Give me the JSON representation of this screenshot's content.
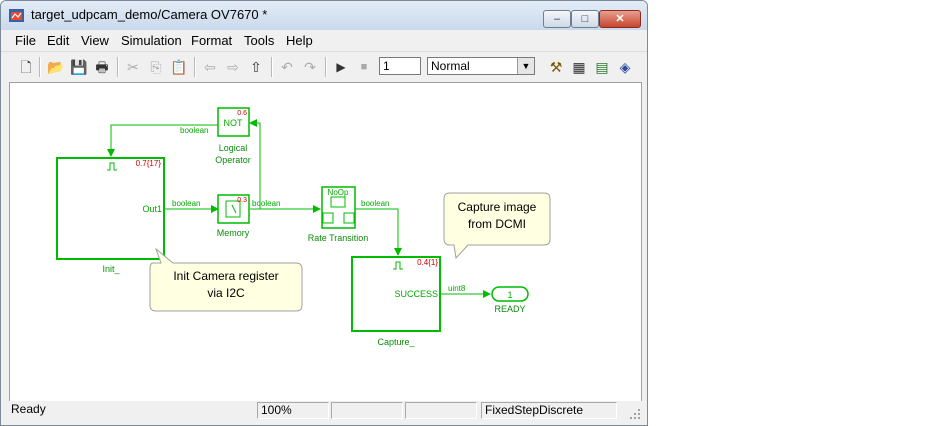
{
  "window": {
    "title": "target_udpcam_demo/Camera OV7670 *",
    "buttons": {
      "minimize": "–",
      "maximize": "□",
      "close": "✕"
    }
  },
  "menu": [
    "File",
    "Edit",
    "View",
    "Simulation",
    "Format",
    "Tools",
    "Help"
  ],
  "toolbar": {
    "icons": [
      "new-icon",
      "open-icon",
      "save-icon",
      "print-icon",
      "cut-icon",
      "copy-icon",
      "paste-icon",
      "back-icon",
      "forward-icon",
      "up-icon",
      "undo-icon",
      "redo-icon",
      "play-icon",
      "stop-icon"
    ],
    "stop_time": "1",
    "sim_mode": "Normal",
    "right_icons": [
      "build-icon",
      "model-explorer-icon",
      "library-icon",
      "debug-icon"
    ]
  },
  "diagram": {
    "init_block": {
      "name": "Init_",
      "port": "Out1",
      "rate": "0.7{17}"
    },
    "logical_operator": {
      "name_line1": "Logical",
      "name_line2": "Operator",
      "op": "NOT",
      "rate": "0.6"
    },
    "memory": {
      "name": "Memory",
      "rate": "0.3"
    },
    "rate_transition": {
      "name": "Rate Transition",
      "label": "NoOp"
    },
    "capture_block": {
      "name": "Capture_",
      "port": "SUCCESS",
      "rate": "0.4{1}"
    },
    "outport": {
      "name": "READY",
      "number": "1"
    },
    "signals": {
      "feedback": "boolean",
      "init_out": "boolean",
      "memory_out": "boolean",
      "rt_out": "boolean",
      "capture_out": "uint8"
    },
    "annotation_init": {
      "line1": "Init Camera register",
      "line2": "via I2C"
    },
    "annotation_capture": {
      "line1": "Capture image",
      "line2": "from DCMI"
    },
    "colors": {
      "block": "#00bb00",
      "label": "#0a8a0a",
      "rate": "#d00000",
      "note": "#ffffe1"
    }
  },
  "status": {
    "state": "Ready",
    "zoom": "100%",
    "solver": "FixedStepDiscrete"
  }
}
